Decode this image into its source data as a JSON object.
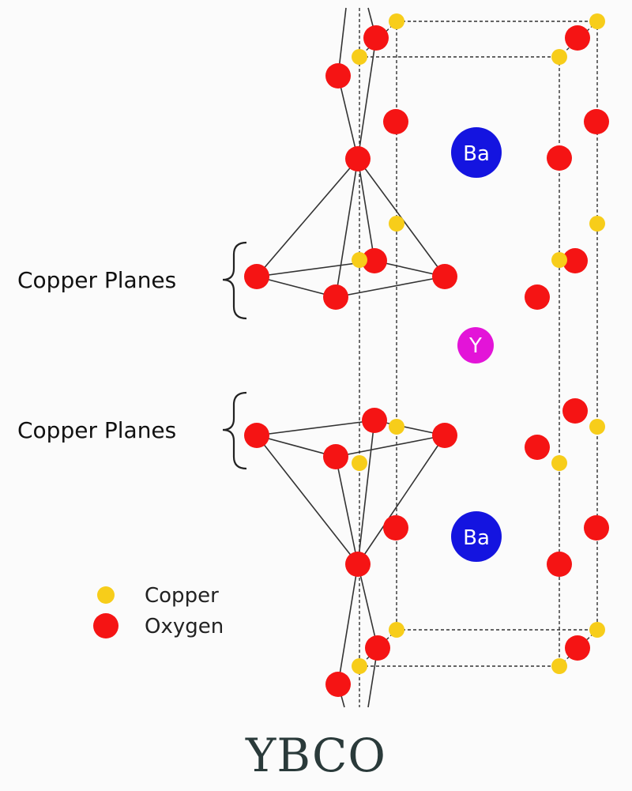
{
  "title": "YBCO",
  "labels": {
    "copper_planes_upper": "Copper Planes",
    "copper_planes_lower": "Copper Planes",
    "ba_upper": "Ba",
    "ba_lower": "Ba",
    "y": "Y"
  },
  "legend": {
    "copper": "Copper",
    "oxygen": "Oxygen"
  },
  "colors": {
    "oxygen": "#f51414",
    "copper": "#f7cd1a",
    "barium": "#1414e0",
    "yttrium": "#e314d8"
  }
}
